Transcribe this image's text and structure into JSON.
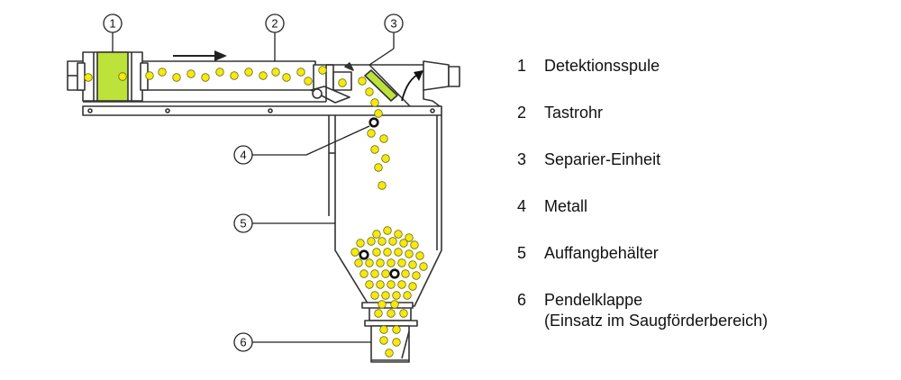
{
  "callouts": [
    {
      "number": "1",
      "label": "Detektionsspule"
    },
    {
      "number": "2",
      "label": "Tastrohr"
    },
    {
      "number": "3",
      "label": "Separier-Einheit"
    },
    {
      "number": "4",
      "label": "Metall"
    },
    {
      "number": "5",
      "label": "Auffangbehälter"
    },
    {
      "number": "6",
      "label": "Pendelklappe",
      "sublabel": "(Einsatz im Saugförderbereich)"
    }
  ],
  "colors": {
    "line": "#333333",
    "coil": "#bde23a",
    "pellet": "#f5ea10",
    "pellet_edge": "#6e6a10",
    "metal": "#111111",
    "background": "#ffffff"
  }
}
